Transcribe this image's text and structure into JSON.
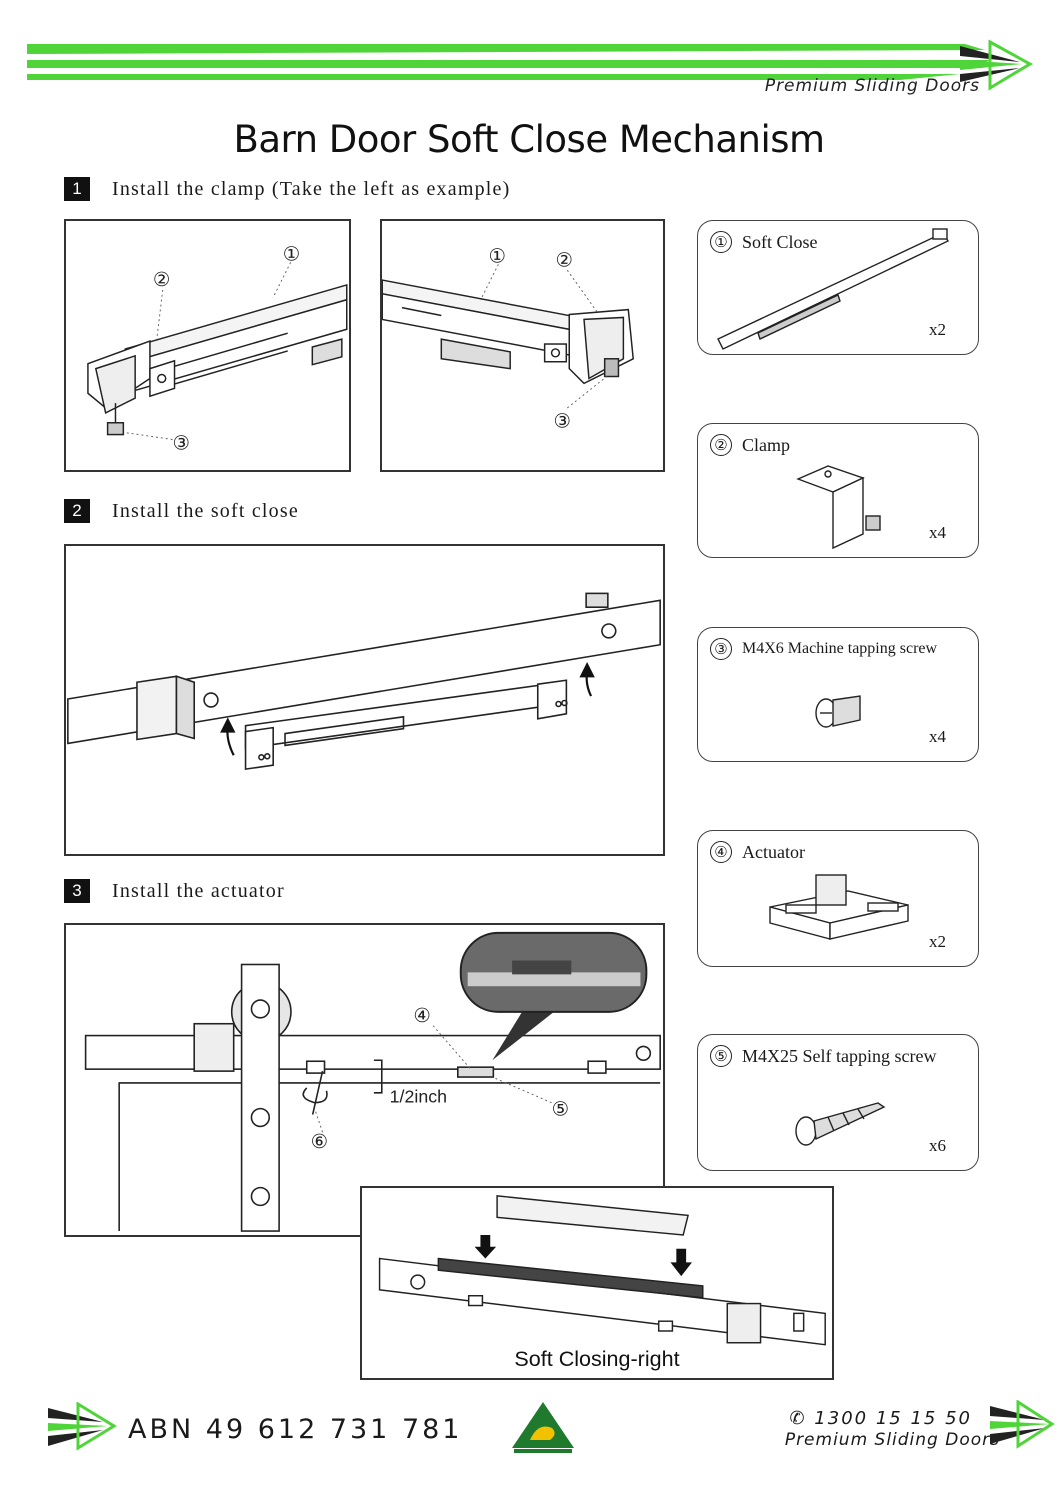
{
  "header": {
    "brand": "Premium Sliding Doors",
    "accent_color": "#4fd43a"
  },
  "title": "Barn Door Soft Close Mechanism",
  "steps": [
    {
      "number": "1",
      "text": "Install the clamp (Take the left as example)"
    },
    {
      "number": "2",
      "text": "Install the soft close"
    },
    {
      "number": "3",
      "text": "Install the actuator"
    }
  ],
  "callouts": {
    "one": "①",
    "two": "②",
    "three": "③",
    "four": "④",
    "five": "⑤",
    "six": "⑥"
  },
  "measurement": "1/2inch",
  "inset_caption": "Soft Closing-right",
  "parts": [
    {
      "number": "①",
      "name": "Soft Close",
      "qty": "x2",
      "icon": "soft-close-rail-icon"
    },
    {
      "number": "②",
      "name": "Clamp",
      "qty": "x4",
      "icon": "clamp-bracket-icon"
    },
    {
      "number": "③",
      "name": "M4X6 Machine tapping screw",
      "qty": "x4",
      "icon": "machine-screw-icon"
    },
    {
      "number": "④",
      "name": "Actuator",
      "qty": "x2",
      "icon": "actuator-plate-icon"
    },
    {
      "number": "⑤",
      "name": "M4X25 Self tapping screw",
      "qty": "x6",
      "icon": "self-tapping-screw-icon"
    }
  ],
  "footer": {
    "abn": "ABN 49 612 731 781",
    "phone": "✆ 1300 15 15 50",
    "brand": "Premium Sliding Doors"
  }
}
